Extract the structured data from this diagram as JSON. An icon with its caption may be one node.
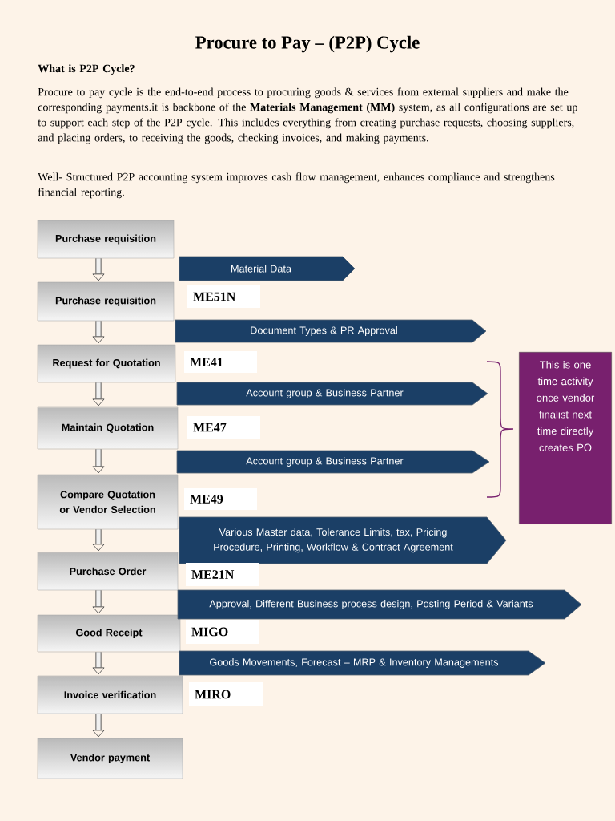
{
  "diagram": {
    "title": "Procure to Pay – (P2P) Cycle",
    "nodes": [
      {
        "text": [
          "Purchase requisition"
        ]
      },
      {
        "text": [
          "Purchase requisition"
        ]
      },
      {
        "text": [
          "Request for Quotation"
        ]
      },
      {
        "text": [
          "Maintain Quotation"
        ]
      },
      {
        "text": [
          "Compare Quotation or Vendor Selection"
        ]
      },
      {
        "text": [
          "Purchase Order"
        ]
      },
      {
        "text": [
          "Good Receipt"
        ]
      },
      {
        "text": [
          "Invoice verification"
        ]
      },
      {
        "text": [
          "Vendor payment"
        ]
      },
      {
        "text": [
          "Material Data"
        ]
      },
      {
        "text": [
          "Document Types & PR Approval"
        ]
      },
      {
        "text": [
          "Account group & Business Partner"
        ]
      },
      {
        "text": [
          "Account group & Business Partner"
        ]
      },
      {
        "text": [
          "Various Master data, Tolerance Limits, tax, Pricing Procedure, Printing, Workflow & Contract Agreement"
        ]
      },
      {
        "text": [
          "Approval, Different Business process design, Posting Period & Variants"
        ]
      },
      {
        "text": [
          "Goods Movements, Forecast – MRP & Inventory Managements"
        ]
      },
      {
        "text": [
          "ME51N"
        ]
      },
      {
        "text": [
          "ME41"
        ]
      },
      {
        "text": [
          "ME47"
        ]
      },
      {
        "text": [
          "ME49"
        ]
      },
      {
        "text": [
          "ME21N"
        ]
      },
      {
        "text": [
          "MIGO"
        ]
      },
      {
        "text": [
          "MIRO"
        ]
      },
      {
        "text": [
          "This is one time activity once vendor finalist next time directly creates PO"
        ]
      }
    ],
    "edges": [
      {
        "from": 0,
        "to": 1,
        "arrow": "to"
      },
      {
        "from": 1,
        "to": 2,
        "arrow": "to"
      },
      {
        "from": 2,
        "to": 3,
        "arrow": "to"
      },
      {
        "from": 3,
        "to": 4,
        "arrow": "to"
      },
      {
        "from": 4,
        "to": 5,
        "arrow": "to"
      },
      {
        "from": 5,
        "to": 6,
        "arrow": "to"
      },
      {
        "from": 6,
        "to": 7,
        "arrow": "to"
      },
      {
        "from": 7,
        "to": 8,
        "arrow": "to"
      }
    ],
    "labels": [
      "What is P2P Cycle?",
      "Procure to pay cycle is the end-to-end process to procuring goods & services from external suppliers and make the corresponding payments.it is backbone of the **Materials Management (MM)** system, as all configurations are set up to support each step of the P2P cycle. This includes everything from creating purchase requests, choosing suppliers, and placing orders, to receiving the goods, checking invoices, and making payments.",
      "Well- Structured P2P accounting system improves cash flow management, enhances compliance and strengthens financial reporting."
    ]
  }
}
